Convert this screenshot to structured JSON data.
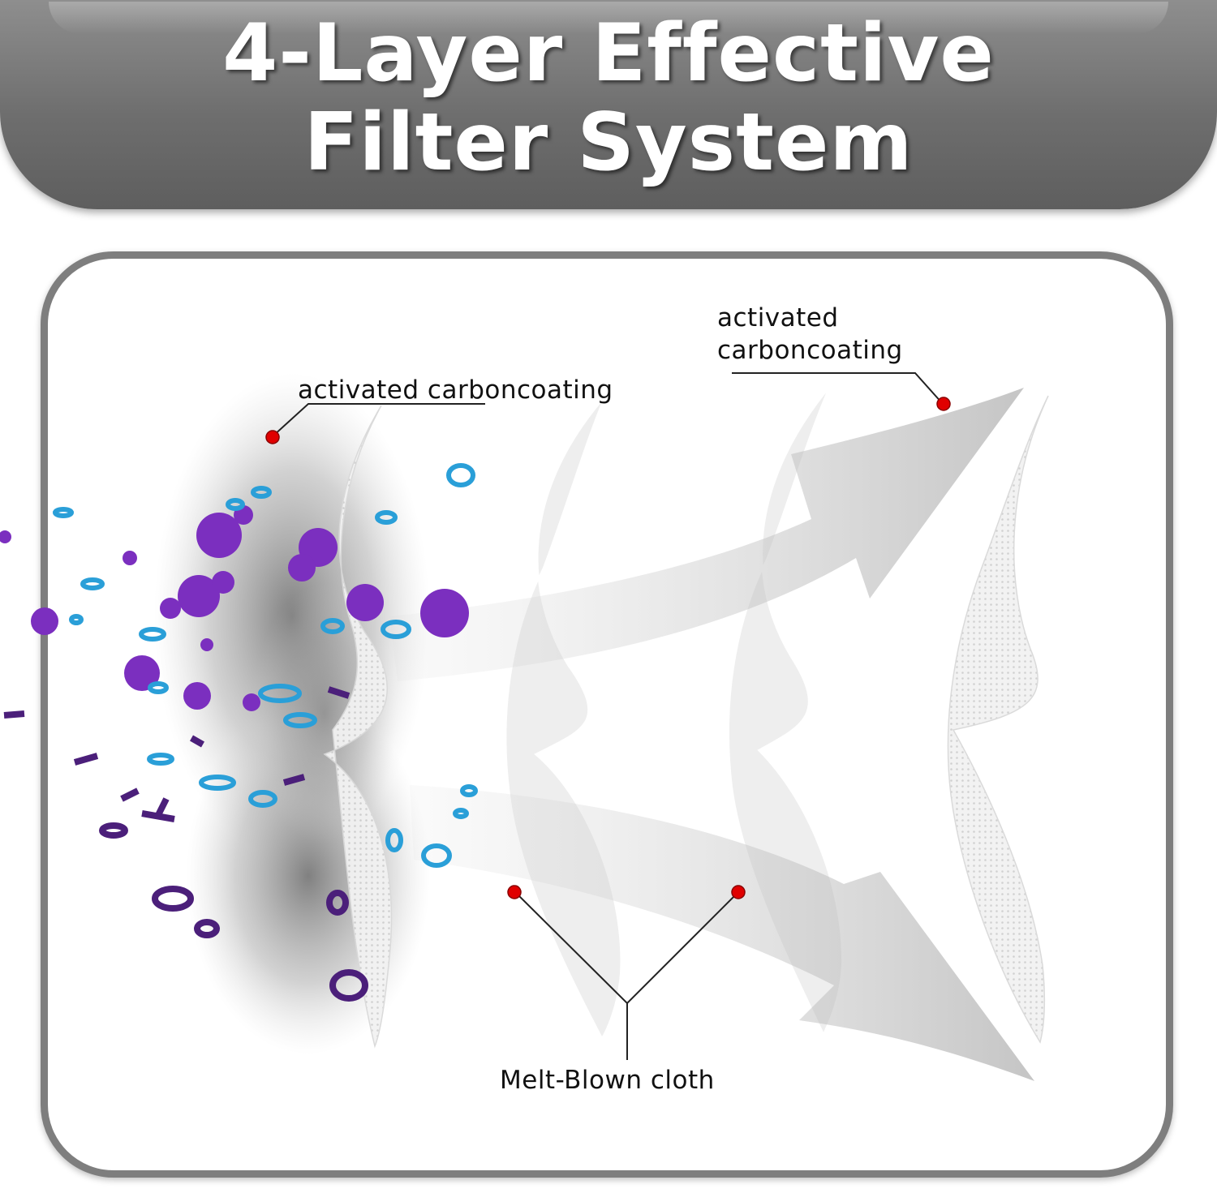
{
  "header": {
    "title_line1": "4-Layer Effective",
    "title_line2": "Filter System"
  },
  "labels": {
    "layer_1": "activated carboncoating",
    "layer_4_line1": "activated",
    "layer_4_line2": "carboncoating",
    "middle_layers": "Melt-Blown cloth"
  },
  "colors": {
    "header": "#6e6e6e",
    "frame": "#7e7e7e",
    "marker": "#e00000",
    "particle_purple": "#7b2fbf",
    "particle_blue": "#2a9fd8"
  }
}
